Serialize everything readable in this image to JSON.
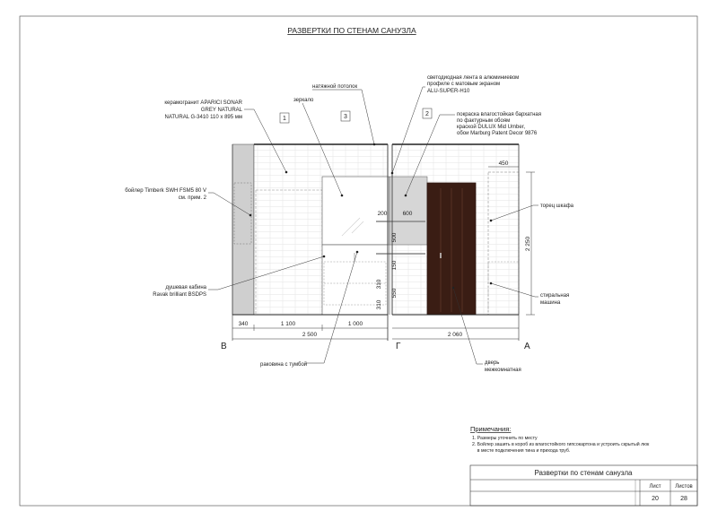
{
  "sheet": {
    "title": "РАЗВЕРТКИ ПО СТЕНАМ САНУЗЛА"
  },
  "callouts": {
    "porcelain": [
      "керамогранит APARICI SONAR",
      "GREY NATURAL",
      "NATURAL G-3410   110 х 895 мм"
    ],
    "mirror": "зеркало",
    "ceiling": "натяжной потолок",
    "led": [
      "светодиодная лента в алюминиевом",
      "профиле с матовым экраном",
      "ALU-SUPER-H10"
    ],
    "paint": [
      "покраска влагостойкая бархатная",
      "по фактурным обоям",
      "краской DULUX Mid Umber,",
      "обои Marburg Patent Decor 9876"
    ],
    "boiler": [
      "бойлер Timberk SWH FSM5 80 V",
      "см. прим. 2"
    ],
    "cabinet_end": "торец шкафа",
    "shower": [
      "душевая кабина",
      "Ravak brilliant BSDPS"
    ],
    "washer": [
      "стиральная",
      "машина"
    ],
    "sink": "раковина с тумбой",
    "door": [
      "дверь",
      "межкомнатная"
    ]
  },
  "markers": [
    "1",
    "3",
    "2"
  ],
  "dimensions": {
    "d340": "340",
    "d1100": "1 100",
    "d1000": "1 000",
    "d2500": "2 500",
    "d2060": "2 060",
    "d450": "450",
    "d2250": "2 250",
    "d200": "200",
    "d600": "600",
    "d500": "500",
    "d150": "150",
    "d310a": "310",
    "d310b": "310",
    "d550": "550"
  },
  "axes": {
    "left": "В",
    "middle": "Г",
    "right": "А"
  },
  "notes": {
    "heading": "Примечания:",
    "items": [
      "1. Размеры уточнить по месту",
      "2. Бойлер зашить в короб из влагостойкого гипсокартона и устроить скрытый люк",
      "    в месте подключения тина и прихода труб."
    ]
  },
  "stamp": {
    "title": "Развертки по стенам санузла",
    "sheet_label": "Лист",
    "sheets_label": "Листов",
    "sheet": "20",
    "sheets": "28"
  },
  "colors": {
    "door": "#3a1d14",
    "door_frame": "#2b140e",
    "painted_wall": "#d6d6d6",
    "boiler_column": "#cfcfcf",
    "line": "#333333"
  }
}
